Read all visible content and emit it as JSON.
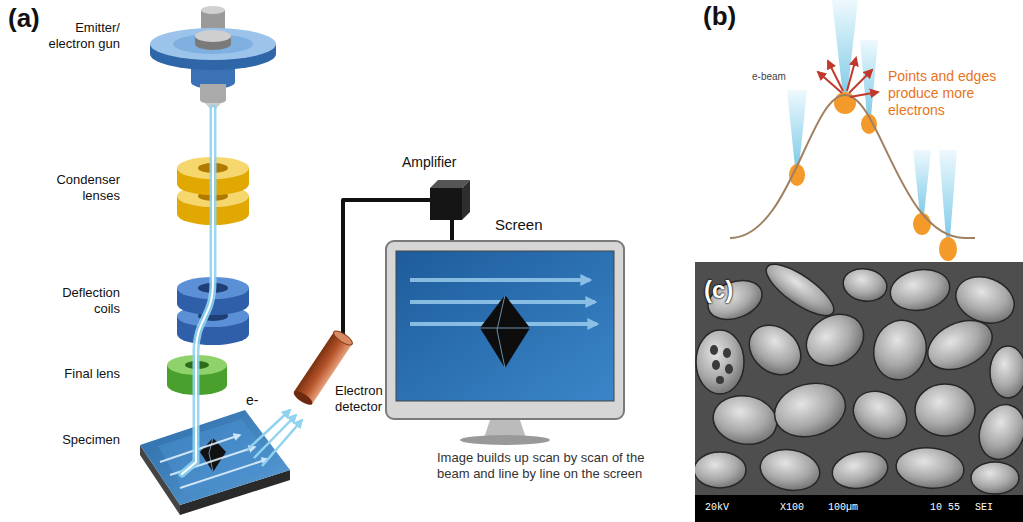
{
  "diagram": {
    "nodes": [
      {
        "text": [
          "Electron detector"
        ]
      },
      {
        "text": [
          "Amplifier"
        ]
      },
      {
        "text": [
          "Screen"
        ]
      }
    ],
    "edges": [
      {
        "from": 0,
        "to": 1,
        "arrow": "none"
      },
      {
        "from": 1,
        "to": 2,
        "arrow": "none"
      }
    ],
    "labels": [
      "(a)",
      "Emitter/ electron gun",
      "Condenser lenses",
      "Deflection coils",
      "Final lens",
      "Specimen",
      "e-",
      "Image builds up scan by scan of the beam and line by line on the screen",
      "(b)",
      "e-beam",
      "Points and edges produce more electrons",
      "(c)",
      "20kV",
      "X100",
      "100µm",
      "10 55",
      "SEI"
    ]
  }
}
